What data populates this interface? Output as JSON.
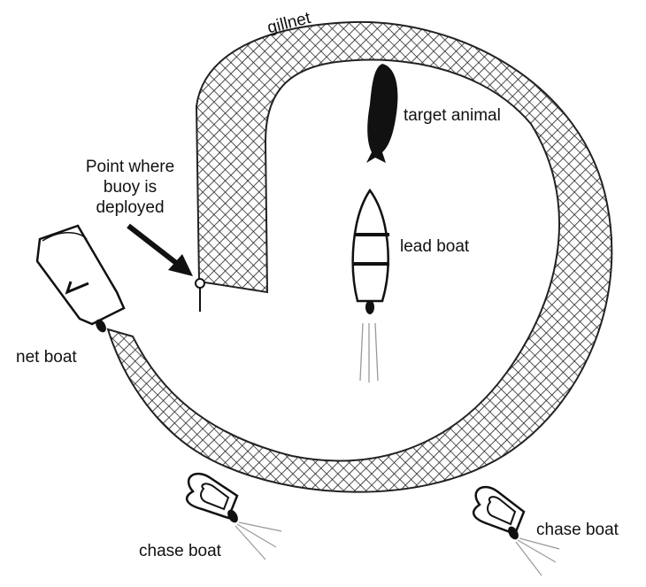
{
  "labels": {
    "gillnet": "gillnet",
    "target_animal": "target animal",
    "buoy_line1": "Point where",
    "buoy_line2": "buoy is",
    "buoy_line3": "deployed",
    "lead_boat": "lead boat",
    "net_boat": "net boat",
    "chase_boat_left": "chase boat",
    "chase_boat_right": "chase boat"
  },
  "colors": {
    "ink": "#111111",
    "boat_fill": "#ffffff",
    "net_mesh": "#222222"
  }
}
